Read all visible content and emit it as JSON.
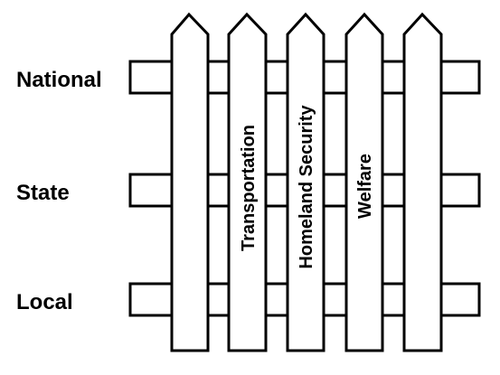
{
  "levels": {
    "national": "National",
    "state": "State",
    "local": "Local"
  },
  "pickets": {
    "p1": "",
    "p2": "Transportation",
    "p3": "Homeland Security",
    "p4": "Welfare",
    "p5": ""
  },
  "colors": {
    "stroke": "#000000",
    "fill": "#ffffff",
    "background": "#ffffff"
  }
}
